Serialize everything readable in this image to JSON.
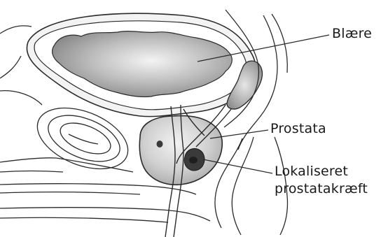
{
  "labels": {
    "bladder": "Blære",
    "prostate": "Prostata",
    "localized_cancer_line1": "Lokaliseret",
    "localized_cancer_line2": "prostatakræft"
  },
  "colors": {
    "bladder_fill": "#9a9a9a",
    "tissue_light": "#f2f2f2",
    "prostate_fill": "#d4d4d4",
    "tumor": "#3a3a3a",
    "outline": "#2a2a2a"
  }
}
